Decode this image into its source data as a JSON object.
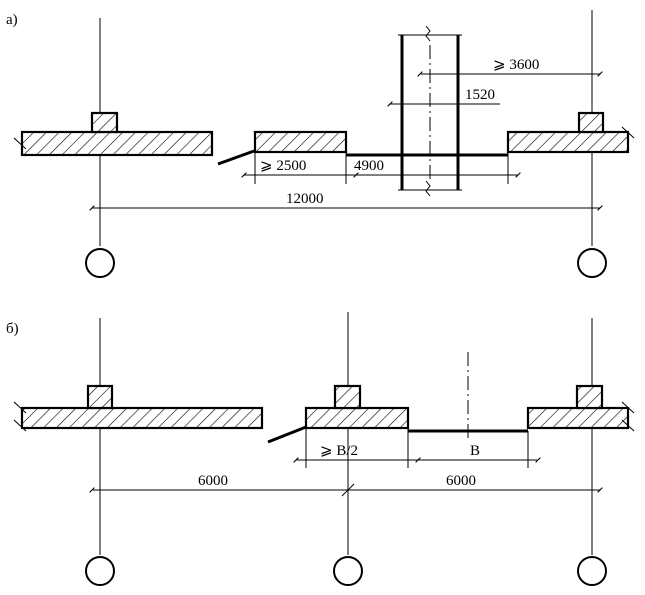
{
  "diagram_a": {
    "label": "а)",
    "dim_min_left": "⩾ 2500",
    "dim_track": "4900",
    "dim_total": "12000",
    "dim_offset": "1520",
    "dim_min_right": "⩾ 3600"
  },
  "diagram_b": {
    "label": "б)",
    "dim_half_width": "⩾  В/2",
    "dim_width": "В",
    "dim_span_left": "6000",
    "dim_span_right": "6000"
  },
  "colors": {
    "line": "#000000",
    "background": "#ffffff"
  }
}
